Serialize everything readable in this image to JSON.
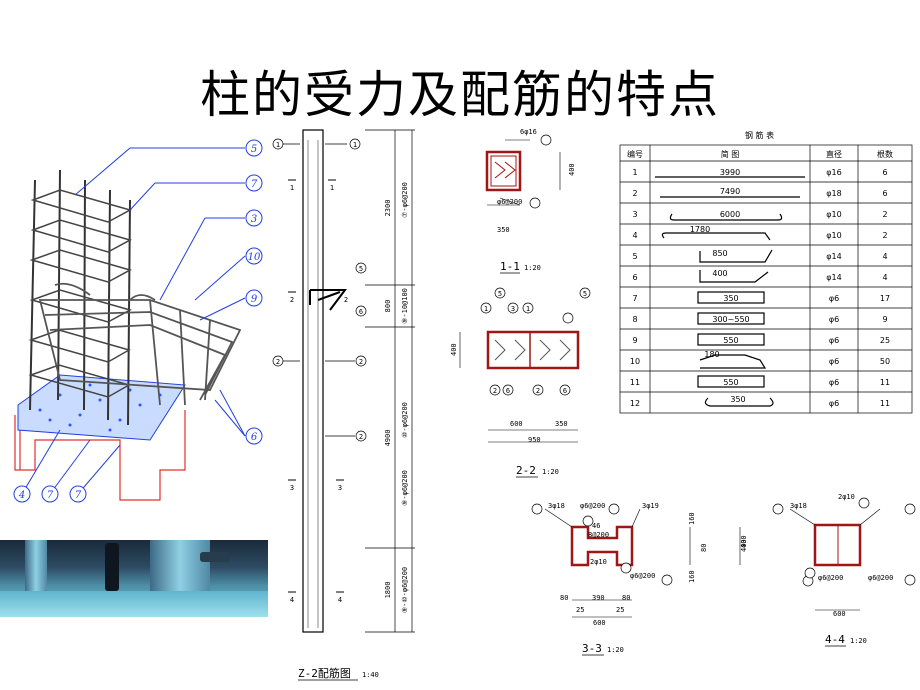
{
  "title": "柱的受力及配筋的特点",
  "iso_view": {
    "callouts": [
      "5",
      "7",
      "3",
      "10",
      "9",
      "6",
      "4",
      "7",
      "7"
    ]
  },
  "elevation": {
    "caption": "Z-2配筋图",
    "scale": "1:40",
    "section_marks": [
      "1",
      "1",
      "2",
      "2",
      "3",
      "3",
      "4",
      "4"
    ],
    "dims": [
      "2300",
      "800",
      "4900",
      "1800"
    ],
    "rebar_notes": [
      "⑦-φ6@200",
      "⑨-10@100",
      "⑩-φ6@200",
      "⑨-φ6@200",
      "⑨-⑩-φ6@200"
    ],
    "circles": [
      "1",
      "1",
      "2",
      "2",
      "2",
      "5",
      "6"
    ]
  },
  "sec1": {
    "label": "1-1",
    "scale": "1:20",
    "top_note": "6φ16",
    "tie": "φ6@200",
    "dim_w": "350",
    "dim_h": "400"
  },
  "sec2": {
    "label": "2-2",
    "scale": "1:20",
    "dims": [
      "600",
      "350",
      "950"
    ],
    "dim_h": "400",
    "circles_top": [
      "1",
      "5",
      "1",
      "3",
      "5"
    ],
    "circles_bot": [
      "2",
      "6",
      "2",
      "6"
    ]
  },
  "sec3": {
    "label": "3-3",
    "scale": "1:20",
    "notes": [
      "3φ18",
      "φ6@200",
      "3φ19",
      "46",
      "8@200",
      "2φ10",
      "φ6@200"
    ],
    "dims_bottom": [
      "80",
      "390",
      "80",
      "25",
      "25",
      "600"
    ],
    "dims_side": [
      "160",
      "80",
      "160",
      "400"
    ]
  },
  "sec4": {
    "label": "4-4",
    "scale": "1:20",
    "notes": [
      "3φ18",
      "2φ10",
      "φ6@200",
      "φ6@200"
    ],
    "dims": [
      "600",
      "400"
    ]
  },
  "table": {
    "title": "钢 筋 表",
    "headers": [
      "编号",
      "简 图",
      "直径",
      "根数"
    ],
    "rows": [
      {
        "no": "1",
        "dim": "3990",
        "dia": "φ16",
        "count": "6"
      },
      {
        "no": "2",
        "dim": "7490",
        "dia": "φ18",
        "count": "6"
      },
      {
        "no": "3",
        "dim": "6000",
        "dia": "φ10",
        "count": "2"
      },
      {
        "no": "4",
        "dim": "1780",
        "dia": "φ10",
        "count": "2"
      },
      {
        "no": "5",
        "dim": "850",
        "dia": "φ14",
        "count": "4"
      },
      {
        "no": "6",
        "dim": "400",
        "dia": "φ14",
        "count": "4"
      },
      {
        "no": "7",
        "dim": "350",
        "dia": "φ6",
        "count": "17"
      },
      {
        "no": "8",
        "dim": "300~550",
        "dia": "φ6",
        "count": "9"
      },
      {
        "no": "9",
        "dim": "550",
        "dia": "φ6",
        "count": "25"
      },
      {
        "no": "10",
        "dim": "180",
        "dia": "φ6",
        "count": "50"
      },
      {
        "no": "11",
        "dim": "550",
        "dia": "φ6",
        "count": "11"
      },
      {
        "no": "12",
        "dim": "350",
        "dia": "φ6",
        "count": "11"
      }
    ]
  }
}
